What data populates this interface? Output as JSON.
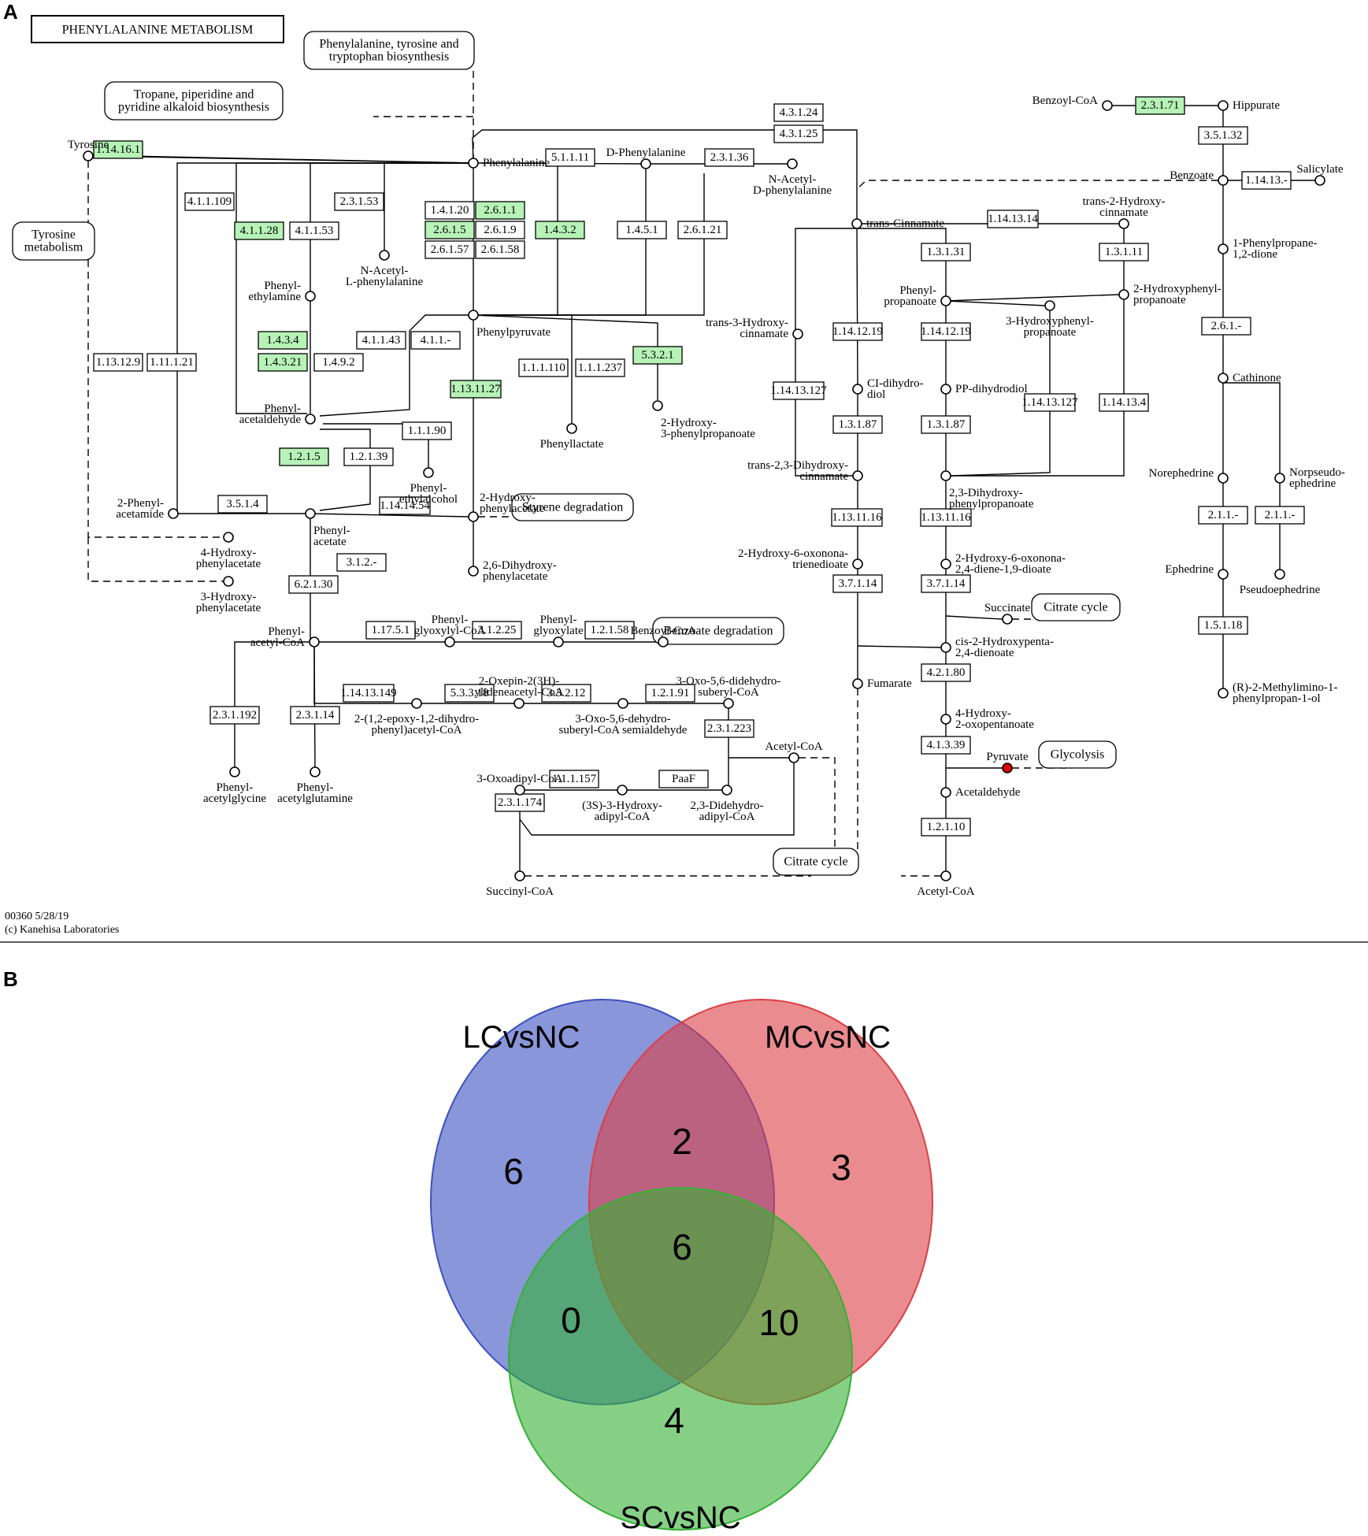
{
  "panel_a": {
    "label": "A",
    "title": "PHENYLALANINE METABOLISM",
    "footer_line1": "00360 5/28/19",
    "footer_line2": "(c) Kanehisa Laboratories",
    "enzymes": [
      {
        "id": "1.14.16.1",
        "text": "1.14.16.1",
        "hl": true
      },
      {
        "id": "4.1.1.109",
        "text": "4.1.1.109",
        "hl": false
      },
      {
        "id": "4.1.1.28",
        "text": "4.1.1.28",
        "hl": true
      },
      {
        "id": "4.1.1.53",
        "text": "4.1.1.53",
        "hl": false
      },
      {
        "id": "2.3.1.53",
        "text": "2.3.1.53",
        "hl": false
      },
      {
        "id": "1.4.1.20",
        "text": "1.4.1.20",
        "hl": false
      },
      {
        "id": "2.6.1.1",
        "text": "2.6.1.1",
        "hl": true
      },
      {
        "id": "2.6.1.5",
        "text": "2.6.1.5",
        "hl": true
      },
      {
        "id": "2.6.1.9",
        "text": "2.6.1.9",
        "hl": false
      },
      {
        "id": "2.6.1.57",
        "text": "2.6.1.57",
        "hl": false
      },
      {
        "id": "2.6.1.58",
        "text": "2.6.1.58",
        "hl": false
      },
      {
        "id": "1.4.3.2",
        "text": "1.4.3.2",
        "hl": true
      },
      {
        "id": "5.1.1.11",
        "text": "5.1.1.11",
        "hl": false
      },
      {
        "id": "1.4.5.1",
        "text": "1.4.5.1",
        "hl": false
      },
      {
        "id": "2.6.1.21",
        "text": "2.6.1.21",
        "hl": false
      },
      {
        "id": "2.3.1.36",
        "text": "2.3.1.36",
        "hl": false
      },
      {
        "id": "4.3.1.24",
        "text": "4.3.1.24",
        "hl": false
      },
      {
        "id": "4.3.1.25",
        "text": "4.3.1.25",
        "hl": false
      },
      {
        "id": "1.13.12.9",
        "text": "1.13.12.9",
        "hl": false
      },
      {
        "id": "1.11.1.21",
        "text": "1.11.1.21",
        "hl": false
      },
      {
        "id": "1.4.3.4",
        "text": "1.4.3.4",
        "hl": true
      },
      {
        "id": "1.4.3.21",
        "text": "1.4.3.21",
        "hl": true
      },
      {
        "id": "1.4.9.2",
        "text": "1.4.9.2",
        "hl": false
      },
      {
        "id": "4.1.1.43",
        "text": "4.1.1.43",
        "hl": false
      },
      {
        "id": "4.1.1.-",
        "text": "4.1.1.-",
        "hl": false
      },
      {
        "id": "1.13.11.27",
        "text": "1.13.11.27",
        "hl": true
      },
      {
        "id": "1.1.1.110",
        "text": "1.1.1.110",
        "hl": false
      },
      {
        "id": "1.1.1.237",
        "text": "1.1.1.237",
        "hl": false
      },
      {
        "id": "5.3.2.1",
        "text": "5.3.2.1",
        "hl": true
      },
      {
        "id": "1.1.1.90",
        "text": "1.1.1.90",
        "hl": false
      },
      {
        "id": "1.2.1.5",
        "text": "1.2.1.5",
        "hl": true
      },
      {
        "id": "1.2.1.39",
        "text": "1.2.1.39",
        "hl": false
      },
      {
        "id": "3.5.1.4",
        "text": "3.5.1.4",
        "hl": false
      },
      {
        "id": "1.14.14.54",
        "text": "1.14.14.54",
        "hl": false
      },
      {
        "id": "3.1.2.-",
        "text": "3.1.2.-",
        "hl": false
      },
      {
        "id": "6.2.1.30",
        "text": "6.2.1.30",
        "hl": false
      },
      {
        "id": "1.17.5.1",
        "text": "1.17.5.1",
        "hl": false
      },
      {
        "id": "3.1.2.25",
        "text": "3.1.2.25",
        "hl": false
      },
      {
        "id": "1.2.1.58",
        "text": "1.2.1.58",
        "hl": false
      },
      {
        "id": "1.14.13.149",
        "text": "1.14.13.149",
        "hl": false
      },
      {
        "id": "5.3.3.18",
        "text": "5.3.3.18",
        "hl": false
      },
      {
        "id": "3.3.2.12",
        "text": "3.3.2.12",
        "hl": false
      },
      {
        "id": "1.2.1.91",
        "text": "1.2.1.91",
        "hl": false
      },
      {
        "id": "2.3.1.223",
        "text": "2.3.1.223",
        "hl": false
      },
      {
        "id": "2.3.1.192",
        "text": "2.3.1.192",
        "hl": false
      },
      {
        "id": "2.3.1.14",
        "text": "2.3.1.14",
        "hl": false
      },
      {
        "id": "1.1.1.157",
        "text": "1.1.1.157",
        "hl": false
      },
      {
        "id": "PaaF",
        "text": "PaaF",
        "hl": false
      },
      {
        "id": "2.3.1.174",
        "text": "2.3.1.174",
        "hl": false
      },
      {
        "id": "1.14.13.14",
        "text": "1.14.13.14",
        "hl": false
      },
      {
        "id": "1.13.11.16",
        "text": "1.13.11.16",
        "hl": false
      },
      {
        "id": "1.14.12.19a",
        "text": "1.14.12.19",
        "hl": false
      },
      {
        "id": "1.14.12.19b",
        "text": "1.14.12.19",
        "hl": false
      },
      {
        "id": "1.14.13.127a",
        "text": "1.14.13.127",
        "hl": false
      },
      {
        "id": "1.14.13.127b",
        "text": "1.14.13.127",
        "hl": false
      },
      {
        "id": "1.3.1.31",
        "text": "1.3.1.31",
        "hl": false
      },
      {
        "id": "1.3.1.11",
        "text": "1.3.1.11",
        "hl": false
      },
      {
        "id": "1.3.1.87a",
        "text": "1.3.1.87",
        "hl": false
      },
      {
        "id": "1.3.1.87b",
        "text": "1.3.1.87",
        "hl": false
      },
      {
        "id": "1.14.13.4",
        "text": "1.14.13.4",
        "hl": false
      },
      {
        "id": "1.13.11.16b",
        "text": "1.13.11.16",
        "hl": false
      },
      {
        "id": "3.7.1.14a",
        "text": "3.7.1.14",
        "hl": false
      },
      {
        "id": "3.7.1.14b",
        "text": "3.7.1.14",
        "hl": false
      },
      {
        "id": "4.2.1.80",
        "text": "4.2.1.80",
        "hl": false
      },
      {
        "id": "4.1.3.39",
        "text": "4.1.3.39",
        "hl": false
      },
      {
        "id": "1.2.1.10",
        "text": "1.2.1.10",
        "hl": false
      },
      {
        "id": "2.3.1.71",
        "text": "2.3.1.71",
        "hl": true
      },
      {
        "id": "3.5.1.32",
        "text": "3.5.1.32",
        "hl": false
      },
      {
        "id": "1.14.13.-",
        "text": "1.14.13.-",
        "hl": false
      },
      {
        "id": "2.6.1.-",
        "text": "2.6.1.-",
        "hl": false
      },
      {
        "id": "2.1.1.-a",
        "text": "2.1.1.-",
        "hl": false
      },
      {
        "id": "2.1.1.-b",
        "text": "2.1.1.-",
        "hl": false
      },
      {
        "id": "1.5.1.18",
        "text": "1.5.1.18",
        "hl": false
      }
    ],
    "compounds": [
      {
        "id": "tyrosine",
        "lines": [
          "Tyrosine"
        ]
      },
      {
        "id": "phenylalanine",
        "lines": [
          "Phenylalanine"
        ]
      },
      {
        "id": "d-phenylalanine",
        "lines": [
          "D-Phenylalanine"
        ]
      },
      {
        "id": "n-acetyl-d-phe",
        "lines": [
          "N-Acetyl-",
          "D-phenylalanine"
        ]
      },
      {
        "id": "n-acetyl-l-phe",
        "lines": [
          "N-Acetyl-",
          "L-phenylalanine"
        ]
      },
      {
        "id": "phenylethylamine",
        "lines": [
          "Phenyl-",
          "ethylamine"
        ]
      },
      {
        "id": "phenylpyruvate",
        "lines": [
          "Phenylpyruvate"
        ]
      },
      {
        "id": "trans-3-hydroxycinnamate",
        "lines": [
          "trans-3-Hydroxy-",
          "cinnamate"
        ]
      },
      {
        "id": "phenylacetaldehyde",
        "lines": [
          "Phenyl-",
          "acetaldehyde"
        ]
      },
      {
        "id": "phenyllactate",
        "lines": [
          "Phenyllactate"
        ]
      },
      {
        "id": "2-hydroxy-3-phenylpropanoate",
        "lines": [
          "2-Hydroxy-",
          "3-phenylpropanoate"
        ]
      },
      {
        "id": "phenylethylalcohol",
        "lines": [
          "Phenyl-",
          "ethylalcohol"
        ]
      },
      {
        "id": "2-phenylacetamide",
        "lines": [
          "2-Phenyl-",
          "acetamide"
        ]
      },
      {
        "id": "2-hydroxyphenylacetate",
        "lines": [
          "2-Hydroxy-",
          "phenylacetate"
        ]
      },
      {
        "id": "4-hydroxyphenylacetate",
        "lines": [
          "4-Hydroxy-",
          "phenylacetate"
        ]
      },
      {
        "id": "3-hydroxyphenylacetate",
        "lines": [
          "3-Hydroxy-",
          "phenylacetate"
        ]
      },
      {
        "id": "phenylacetate",
        "lines": [
          "Phenyl-",
          "acetate"
        ]
      },
      {
        "id": "2,6-dihydroxyphenylacetate",
        "lines": [
          "2,6-Dihydroxy-",
          "phenylacetate"
        ]
      },
      {
        "id": "phenylacetyl-coa",
        "lines": [
          "Phenyl-",
          "acetyl-CoA"
        ]
      },
      {
        "id": "phenylglyoxylyl-coa",
        "lines": [
          "Phenyl-",
          "glyoxylyl-CoA"
        ]
      },
      {
        "id": "phenylglyoxylate",
        "lines": [
          "Phenyl-",
          "glyoxylate"
        ]
      },
      {
        "id": "benzoyl-coa-mid",
        "lines": [
          "Benzoyl-CoA"
        ]
      },
      {
        "id": "2-oxepin",
        "lines": [
          "2-Oxepin-2(3H)-",
          "ylideneacetyl-CoA"
        ]
      },
      {
        "id": "epoxy",
        "lines": [
          "2-(1,2-epoxy-1,2-dihydro-",
          "phenyl)acetyl-CoA"
        ]
      },
      {
        "id": "3-oxo-5,6-dehydro",
        "lines": [
          "3-Oxo-5,6-dehydro-",
          "suberyl-CoA semialdehyde"
        ]
      },
      {
        "id": "3-oxo-5,6-didehydro",
        "lines": [
          "3-Oxo-5,6-didehydro-",
          "suberyl-CoA"
        ]
      },
      {
        "id": "phenylacetylglycine",
        "lines": [
          "Phenyl-",
          "acetylglycine"
        ]
      },
      {
        "id": "phenylacetylglutamine",
        "lines": [
          "Phenyl-",
          "acetylglutamine"
        ]
      },
      {
        "id": "3-oxoadipyl-coa",
        "lines": [
          "3-Oxoadipyl-CoA"
        ]
      },
      {
        "id": "3s-3-hydroxyadipyl",
        "lines": [
          "(3S)-3-Hydroxy-",
          "adipyl-CoA"
        ]
      },
      {
        "id": "2,3-didehydroadipyl",
        "lines": [
          "2,3-Didehydro-",
          "adipyl-CoA"
        ]
      },
      {
        "id": "acetyl-coa-mid",
        "lines": [
          "Acetyl-CoA"
        ]
      },
      {
        "id": "succinyl-coa",
        "lines": [
          "Succinyl-CoA"
        ]
      },
      {
        "id": "trans-cinnamate",
        "lines": [
          "trans-Cinnamate"
        ]
      },
      {
        "id": "trans-2-hydroxycinnamate",
        "lines": [
          "trans-2-Hydroxy-",
          "cinnamate"
        ]
      },
      {
        "id": "phenylpropanoate",
        "lines": [
          "Phenyl-",
          "propanoate"
        ]
      },
      {
        "id": "3-hydroxyphenylpropanoate",
        "lines": [
          "3-Hydroxyphenyl-",
          "propanoate"
        ]
      },
      {
        "id": "2-hydroxyphenylpropanoate",
        "lines": [
          "2-Hydroxyphenyl-",
          "propanoate"
        ]
      },
      {
        "id": "cis-dihydrodiol",
        "lines": [
          "CI-dihydro-",
          "diol"
        ]
      },
      {
        "id": "pp-dihydrodiol",
        "lines": [
          "PP-dihydrodiol"
        ]
      },
      {
        "id": "trans-2,3-dihydroxycinnamate",
        "lines": [
          "trans-2,3-Dihydroxy-",
          "cinnamate"
        ]
      },
      {
        "id": "2,3-dihydroxyphenylpropanoate",
        "lines": [
          "2,3-Dihydroxy-",
          "phenylpropanoate"
        ]
      },
      {
        "id": "2-hydroxy-6-oxonona-trienedioate",
        "lines": [
          "2-Hydroxy-6-oxonona-",
          "trienedioate"
        ]
      },
      {
        "id": "2-hydroxy-6-oxonona-dienedioate",
        "lines": [
          "2-Hydroxy-6-oxonona-",
          "2,4-diene-1,9-dioate"
        ]
      },
      {
        "id": "succinate",
        "lines": [
          "Succinate"
        ]
      },
      {
        "id": "fumarate",
        "lines": [
          "Fumarate"
        ]
      },
      {
        "id": "cis-2-hydroxypenta",
        "lines": [
          "cis-2-Hydroxypenta-",
          "2,4-dienoate"
        ]
      },
      {
        "id": "4-hydroxy-2-oxopentanoate",
        "lines": [
          "4-Hydroxy-",
          "2-oxopentanoate"
        ]
      },
      {
        "id": "pyruvate",
        "lines": [
          "Pyruvate"
        ]
      },
      {
        "id": "acetaldehyde",
        "lines": [
          "Acetaldehyde"
        ]
      },
      {
        "id": "acetyl-coa-right",
        "lines": [
          "Acetyl-CoA"
        ]
      },
      {
        "id": "benzoyl-coa-right",
        "lines": [
          "Benzoyl-CoA"
        ]
      },
      {
        "id": "hippurate",
        "lines": [
          "Hippurate"
        ]
      },
      {
        "id": "benzoate",
        "lines": [
          "Benzoate"
        ]
      },
      {
        "id": "salicylate",
        "lines": [
          "Salicylate"
        ]
      },
      {
        "id": "1-phenylpropane-dione",
        "lines": [
          "1-Phenylpropane-",
          "1,2-dione"
        ]
      },
      {
        "id": "cathinone",
        "lines": [
          "Cathinone"
        ]
      },
      {
        "id": "norephedrine",
        "lines": [
          "Norephedrine"
        ]
      },
      {
        "id": "norpseudoephedrine",
        "lines": [
          "Norpseudo-",
          "ephedrine"
        ]
      },
      {
        "id": "ephedrine",
        "lines": [
          "Ephedrine"
        ]
      },
      {
        "id": "pseudoephedrine",
        "lines": [
          "Pseudoephedrine"
        ]
      },
      {
        "id": "methylimino",
        "lines": [
          "(R)-2-Methylimino-1-",
          "phenylpropan-1-ol"
        ]
      }
    ],
    "maps": [
      {
        "id": "phe-tyr-trp",
        "lines": [
          "Phenylalanine, tyrosine and",
          "tryptophan biosynthesis"
        ]
      },
      {
        "id": "tropane",
        "lines": [
          "Tropane, piperidine and",
          "pyridine alkaloid biosynthesis"
        ]
      },
      {
        "id": "tyrosine-metabolism",
        "lines": [
          "Tyrosine",
          "metabolism"
        ]
      },
      {
        "id": "styrene",
        "lines": [
          "Styrene degradation"
        ]
      },
      {
        "id": "benzoate-degradation",
        "lines": [
          "Benzoate degradation"
        ]
      },
      {
        "id": "citrate-cycle-right",
        "lines": [
          "Citrate cycle"
        ]
      },
      {
        "id": "glycolysis",
        "lines": [
          "Glycolysis"
        ]
      },
      {
        "id": "citrate-cycle-bottom",
        "lines": [
          "Citrate cycle"
        ]
      }
    ]
  },
  "panel_b": {
    "label": "B",
    "sets": [
      {
        "name": "LCvsNC",
        "color": "#3b50bf"
      },
      {
        "name": "MCvsNC",
        "color": "#dc3f44"
      },
      {
        "name": "SCvsNC",
        "color": "#35b035"
      }
    ],
    "regions": {
      "lc_only": "6",
      "lc_mc": "2",
      "mc_only": "3",
      "all_three": "6",
      "lc_sc": "0",
      "mc_sc": "10",
      "sc_only": "4"
    }
  }
}
